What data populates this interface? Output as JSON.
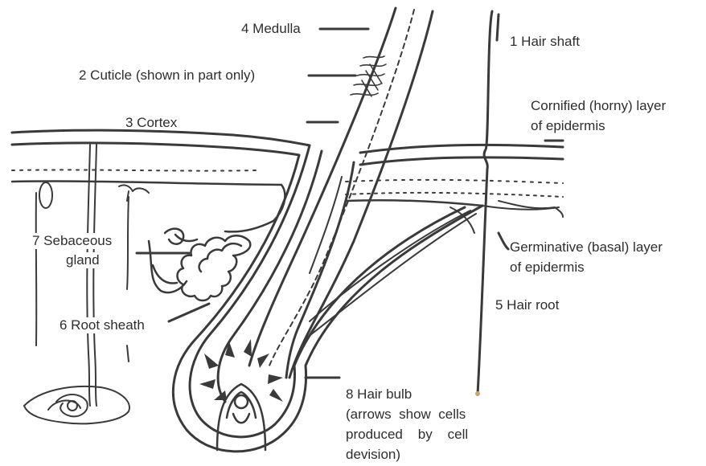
{
  "labels": {
    "medulla": "4 Medulla",
    "cuticle": "2 Cuticle (shown in part only)",
    "cortex": "3 Cortex",
    "hair_shaft": "1 Hair shaft",
    "cornified_line1": "Cornified (horny) layer",
    "cornified_line2": "of epidermis",
    "sebaceous_line1": "7 Sebaceous",
    "sebaceous_line2": "gland",
    "germinative_line1": "Germinative (basal) layer",
    "germinative_line2": "of epidermis",
    "hair_root": "5 Hair root",
    "root_sheath": "6 Root sheath",
    "bulb_line1": "8 Hair bulb",
    "bulb_line2": "(arrows  show  cells",
    "bulb_line3": "produced    by    cell",
    "bulb_line4": "devision)"
  },
  "colors": {
    "ink": "#3a3a3a",
    "text": "#2e2e2e",
    "paper": "#ffffff"
  }
}
